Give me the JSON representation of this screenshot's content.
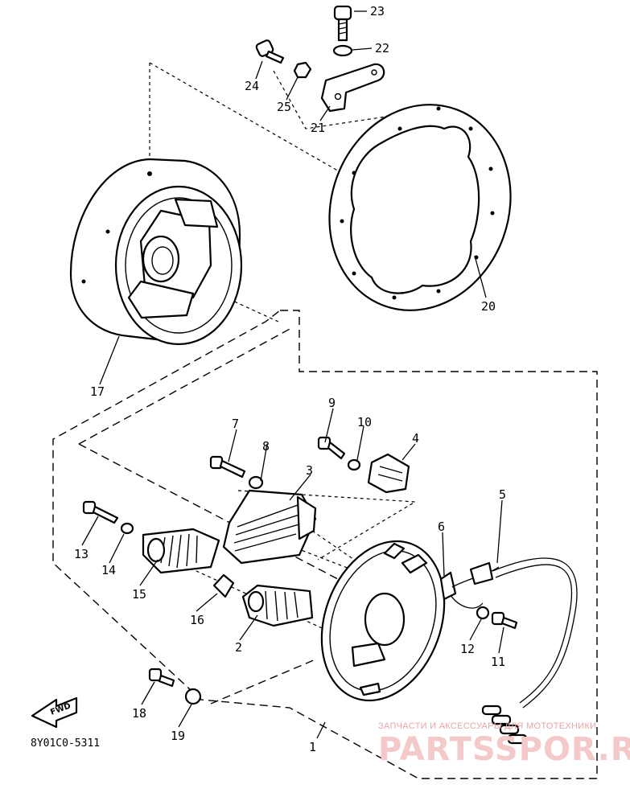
{
  "diagram": {
    "code": "8Y01C0-5311",
    "fwd_label": "FWD",
    "watermark": {
      "line1": "ЗАПЧАСТИ И АКСЕССУАРЫ ДЛЯ МОТОТЕХНИКИ",
      "line2": "PARTSSPOR.RU"
    },
    "callouts": [
      "1",
      "2",
      "3",
      "4",
      "5",
      "6",
      "7",
      "8",
      "9",
      "10",
      "11",
      "12",
      "13",
      "14",
      "15",
      "16",
      "17",
      "18",
      "19",
      "20",
      "21",
      "22",
      "23",
      "24",
      "25"
    ]
  }
}
